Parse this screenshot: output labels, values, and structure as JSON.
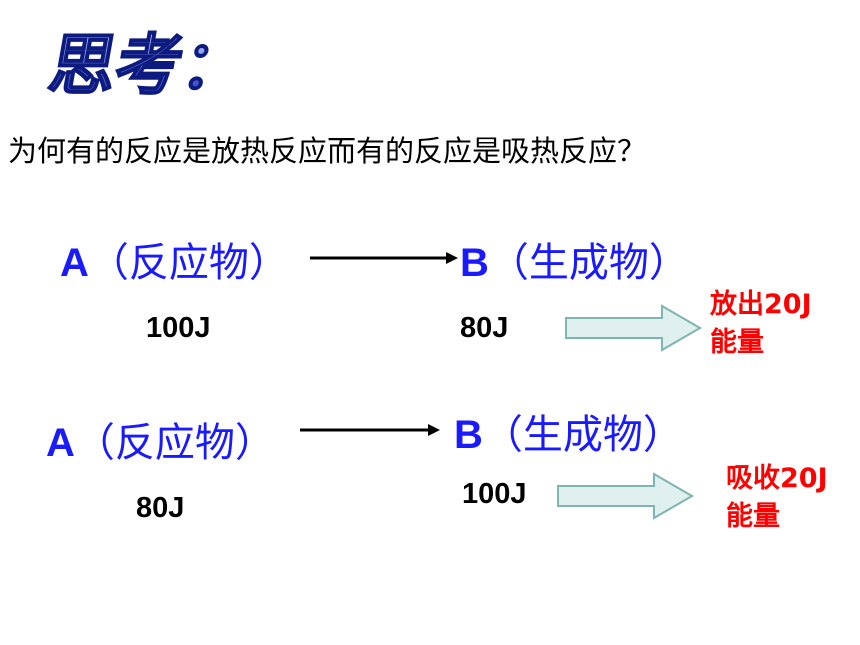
{
  "title": "思考：",
  "question": "为何有的反应是放热反应而有的反应是吸热反应？",
  "rows": [
    {
      "reactant_letter": "A",
      "reactant_label": "（反应物）",
      "product_letter": "B",
      "product_label": "（生成物）",
      "reactant_energy": "100J",
      "product_energy": "80J",
      "result_line1": "放出20J",
      "result_line2": "能量"
    },
    {
      "reactant_letter": "A",
      "reactant_label": "（反应物）",
      "product_letter": "B",
      "product_label": "（生成物）",
      "reactant_energy": "80J",
      "product_energy": "100J",
      "result_line1": "吸收20J",
      "result_line2": "能量"
    }
  ],
  "colors": {
    "species": "#1a1aff",
    "result": "#ff0000",
    "block_arrow_fill": "#dff0ee",
    "block_arrow_stroke": "#7fb5b0",
    "title_blue": "#2233cc"
  }
}
